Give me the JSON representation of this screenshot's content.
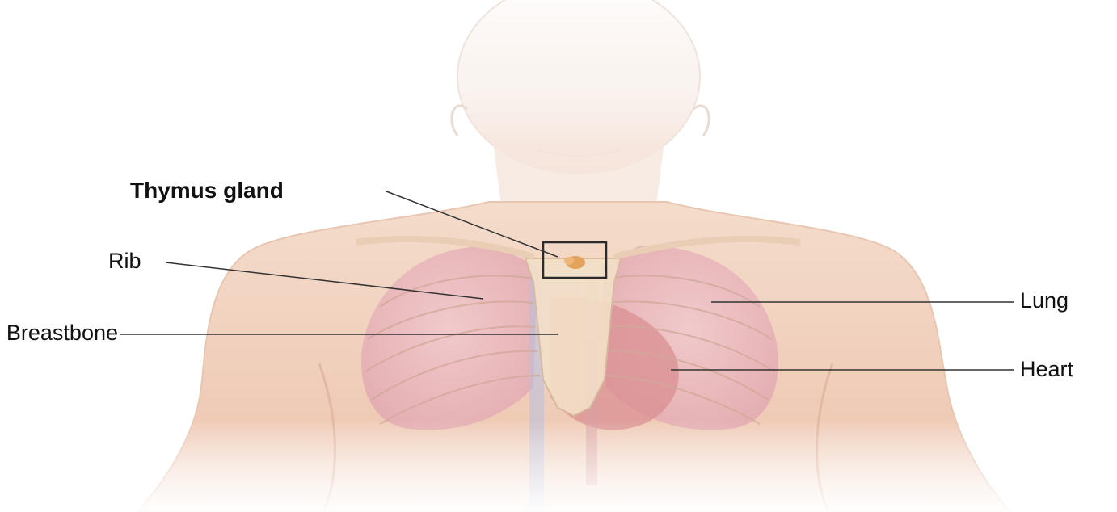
{
  "labels": {
    "thymus": "Thymus gland",
    "rib": "Rib",
    "breastbone": "Breastbone",
    "lung": "Lung",
    "heart": "Heart"
  },
  "colors": {
    "skin": "#f2d3c0",
    "skin_shadow": "#dcae97",
    "lung": "#e9b7bf",
    "heart": "#d88a8c",
    "bone": "#f1ddc5",
    "thymus": "#e4a35c",
    "vessel": "#aab4d6",
    "leader_line": "#333333"
  },
  "icons": [
    "thymus-highlight-box"
  ]
}
